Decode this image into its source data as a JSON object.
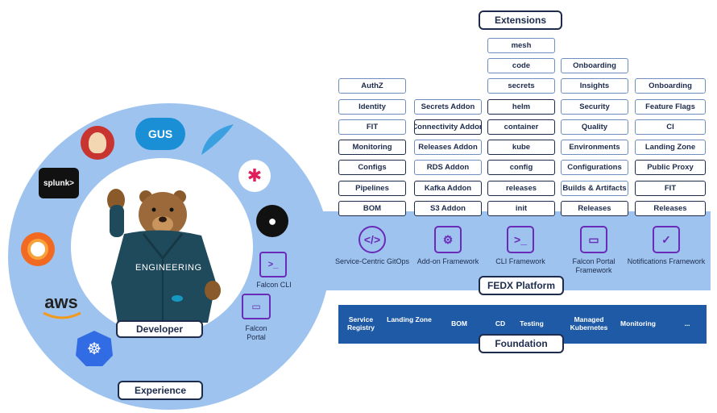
{
  "pills": {
    "extensions": "Extensions",
    "fedx_platform": "FEDX Platform",
    "foundation": "Foundation",
    "developer": "Developer",
    "experience": "Experience"
  },
  "columns": [
    {
      "items": [
        "AuthZ",
        "Identity",
        "FIT",
        "Monitoring",
        "Configs",
        "Pipelines",
        "BOM"
      ],
      "dark": [
        false,
        false,
        false,
        true,
        true,
        true,
        true
      ]
    },
    {
      "items": [
        "Secrets Addon",
        "Connectivity Addon",
        "Releases Addon",
        "RDS Addon",
        "Kafka Addon",
        "S3 Addon"
      ],
      "dark": [
        false,
        true,
        false,
        false,
        true,
        true
      ]
    },
    {
      "items": [
        "mesh",
        "code",
        "secrets",
        "helm",
        "container",
        "kube",
        "config",
        "releases",
        "init"
      ],
      "dark": [
        false,
        false,
        false,
        true,
        true,
        true,
        true,
        true,
        true
      ]
    },
    {
      "items": [
        "Onboarding",
        "Insights",
        "Security",
        "Quality",
        "Environments",
        "Configurations",
        "Builds & Artifacts",
        "Releases"
      ],
      "dark": [
        false,
        false,
        false,
        false,
        false,
        false,
        false,
        true
      ]
    },
    {
      "items": [
        "Onboarding",
        "Feature Flags",
        "CI",
        "Landing Zone",
        "Public Proxy",
        "FIT",
        "Releases"
      ],
      "dark": [
        false,
        false,
        false,
        false,
        true,
        true,
        true
      ]
    }
  ],
  "frameworks": [
    {
      "label": "Service-Centric GitOps",
      "icon": "code-icon",
      "glyph": "</>"
    },
    {
      "label": "Add-on Framework",
      "icon": "addon-icon",
      "glyph": "⚙"
    },
    {
      "label": "CLI Framework",
      "icon": "terminal-icon",
      "glyph": ">_"
    },
    {
      "label": "Falcon Portal Framework",
      "icon": "browser-icon",
      "glyph": "▭"
    },
    {
      "label": "Notifications Framework",
      "icon": "chat-icon",
      "glyph": "✓"
    }
  ],
  "foundation_items": [
    "Service Registry",
    "Landing Zone",
    "BOM",
    "CD",
    "Testing",
    "Managed Kubernetes",
    "Monitoring",
    "..."
  ],
  "ring_logos": {
    "gus": "GUS",
    "splunk": "splunk>",
    "aws": "aws",
    "falcon_cli": "Falcon CLI",
    "falcon_portal": "Falcon Portal"
  },
  "mascot": {
    "shirt_text": "ENGINEERING"
  },
  "colors": {
    "ring": "#9ec3ef",
    "navy": "#1d2b4c",
    "foundation": "#1f5aa6",
    "purple": "#6a2bb8"
  }
}
